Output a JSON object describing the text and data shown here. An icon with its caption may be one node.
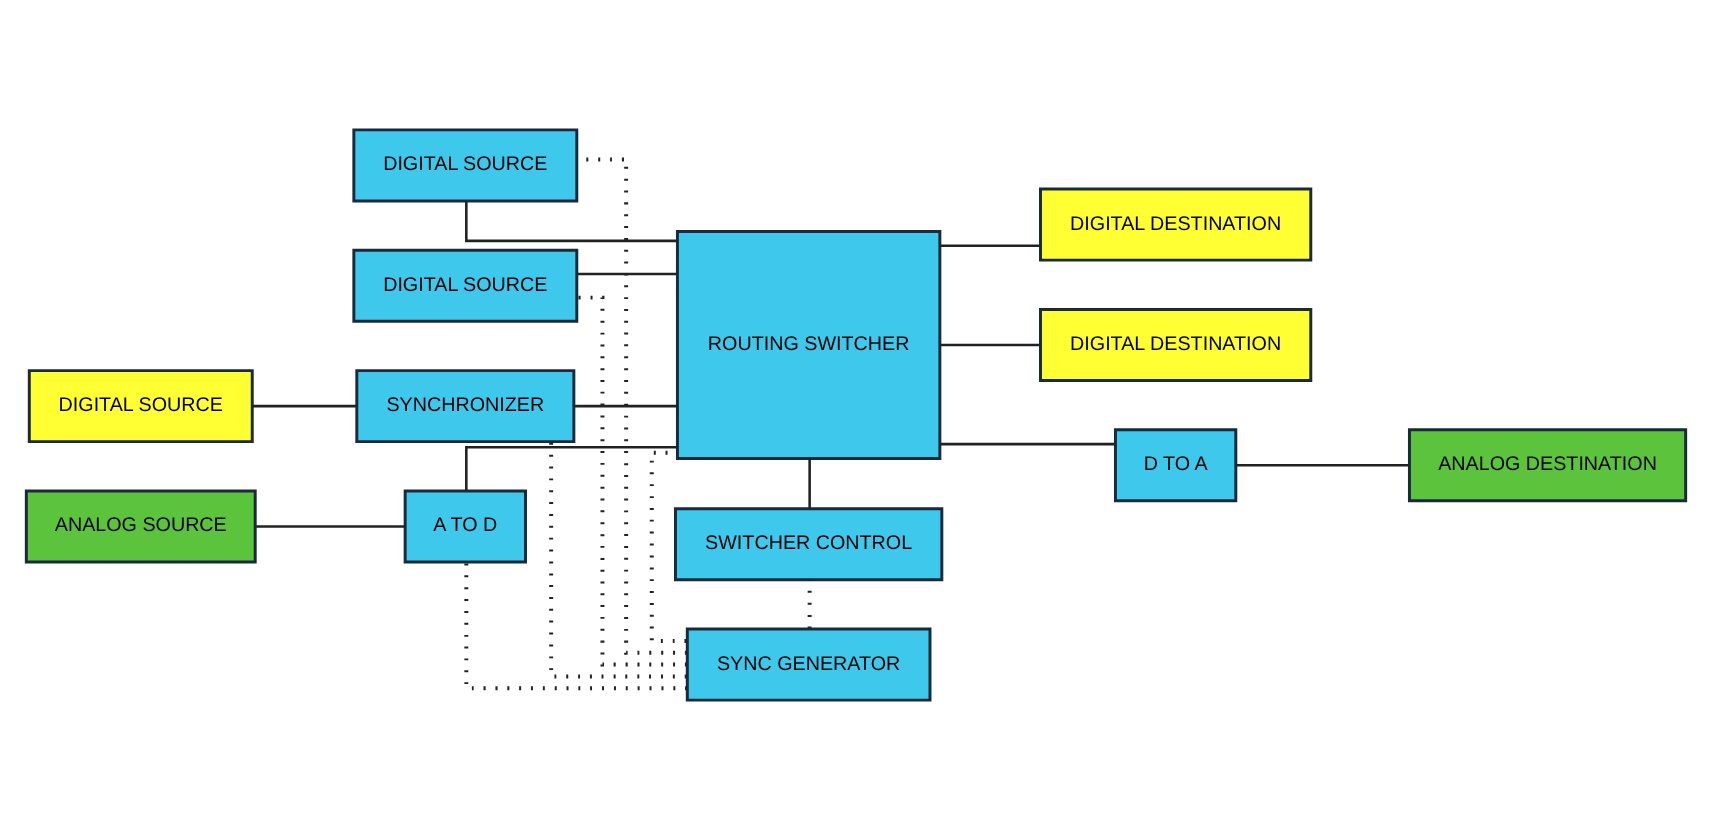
{
  "diagram": {
    "nodes": [
      {
        "text": [
          "DIGITAL SOURCE"
        ]
      },
      {
        "text": [
          "ROUTING SWITCHER"
        ]
      },
      {
        "text": [
          "DIGITAL DESTINATION"
        ]
      },
      {
        "text": [
          "DIGITAL SOURCE"
        ]
      },
      {
        "text": [
          "DIGITAL DESTINATION"
        ]
      },
      {
        "text": [
          "DIGITAL SOURCE"
        ]
      },
      {
        "text": [
          "SYNCHRONIZER"
        ]
      },
      {
        "text": [
          "SWITCHER CONTROL"
        ]
      },
      {
        "text": [
          "D TO A"
        ]
      },
      {
        "text": [
          "ANALOG DESTINATION"
        ]
      },
      {
        "text": [
          "ANALOG SOURCE"
        ]
      },
      {
        "text": [
          "A TO D"
        ]
      },
      {
        "text": [
          "SYNC GENERATOR"
        ]
      }
    ],
    "edges": [
      {
        "from": 0,
        "to": 1,
        "arrow": "none"
      },
      {
        "from": 3,
        "to": 1,
        "arrow": "none"
      },
      {
        "from": 6,
        "to": 1,
        "arrow": "none"
      },
      {
        "from": 11,
        "to": 1,
        "arrow": "none"
      },
      {
        "from": 1,
        "to": 2,
        "arrow": "none"
      },
      {
        "from": 1,
        "to": 4,
        "arrow": "none"
      },
      {
        "from": 1,
        "to": 8,
        "arrow": "none"
      },
      {
        "from": 8,
        "to": 9,
        "arrow": "none"
      },
      {
        "from": 5,
        "to": 6,
        "arrow": "none"
      },
      {
        "from": 10,
        "to": 11,
        "arrow": "none"
      },
      {
        "from": 1,
        "to": 7,
        "arrow": "none"
      },
      {
        "from": 12,
        "to": 0,
        "arrow": "none",
        "style": "dashed"
      },
      {
        "from": 12,
        "to": 3,
        "arrow": "none",
        "style": "dashed"
      },
      {
        "from": 12,
        "to": 1,
        "arrow": "none",
        "style": "dashed"
      },
      {
        "from": 12,
        "to": 6,
        "arrow": "none",
        "style": "dashed"
      },
      {
        "from": 12,
        "to": 11,
        "arrow": "none",
        "style": "dashed"
      },
      {
        "from": 12,
        "to": 7,
        "arrow": "none",
        "style": "dashed"
      }
    ]
  }
}
